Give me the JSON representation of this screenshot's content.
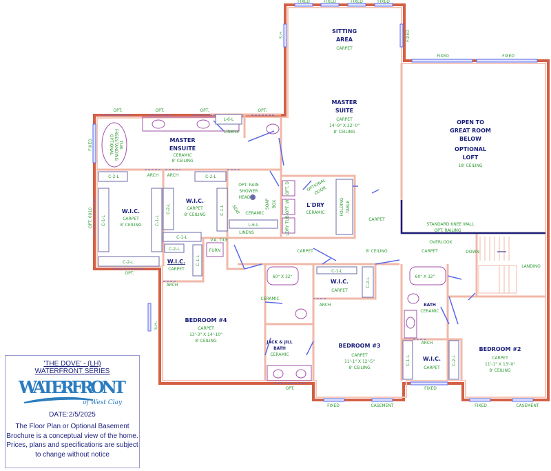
{
  "title_block": {
    "plan_name": "'THE DOVE' - (LH)",
    "series": "WATERFRONT SERIES",
    "logo_text": "WATERFRONT",
    "logo_subtext": "of West Clay",
    "date": "DATE:2/5/2025",
    "disclaimer": "The Floor Plan or Optional Basement Brochure is a conceptual view of the home.  Prices, plans and specifications are subject to change without notice"
  },
  "colors": {
    "room_name": "#1a1f7a",
    "room_detail": "#2f9a33",
    "exterior_wall": "#d45f45",
    "interior_wall": "#f0b8a8",
    "window": "#5a68e8",
    "fixture": "#a050a8",
    "logo_blue": "#2a7cc0",
    "logo_green": "#5cb848"
  },
  "rooms": {
    "sitting_area": {
      "name1": "SITTING",
      "name2": "AREA",
      "floor": "CARPET"
    },
    "master_suite": {
      "name1": "MASTER",
      "name2": "SUITE",
      "floor": "CARPET",
      "size": "14'-9\" X 22'-0\"",
      "ceiling": "8' CEILING"
    },
    "open_to_great_room": {
      "name1": "OPEN TO",
      "name2": "GREAT ROOM",
      "name3": "BELOW",
      "name4": "OPTIONAL",
      "name5": "LOFT",
      "ceiling": "18' CEILING"
    },
    "master_ensuite": {
      "name1": "MASTER",
      "name2": "ENSUITE",
      "floor": "CERAMIC",
      "ceiling": "8' CEILING"
    },
    "wic_left": {
      "name": "W.I.C.",
      "floor": "CARPET",
      "ceiling": "8' CEILING"
    },
    "wic_mid": {
      "name": "W.I.C.",
      "floor": "CARPET",
      "ceiling": "8' CEILING"
    },
    "wic_small": {
      "name": "W.I.C.",
      "floor": "CARPET"
    },
    "laundry": {
      "name": "L'DRY",
      "floor": "CERAMIC"
    },
    "hall": {
      "floor1": "CARPET",
      "ceiling": "8' CEILING",
      "floor2": "CARPET",
      "floor3": "CARPET"
    },
    "shower": {
      "opt1": "OPT. RAIN",
      "opt2": "SHOWER",
      "opt3": "HEAD",
      "floor": "CERAMIC",
      "seat": "SEAT",
      "soap1": "SOAP",
      "soap2": "BOX"
    },
    "furnace": {
      "floor": "V.A. TILE",
      "furn": "FURN"
    },
    "bedroom4": {
      "name": "BEDROOM #4",
      "floor": "CARPET",
      "size": "13'-3\" X 14'-10\"",
      "ceiling": "8' CEILING"
    },
    "jack_jill": {
      "name1": "JACK & JILL",
      "name2": "BATH",
      "floor": "CERAMIC",
      "floor2": "CERAMIC",
      "tub": "60\" X 32\""
    },
    "wic_bed3": {
      "name": "W.I.C.",
      "floor": "CARPET"
    },
    "bedroom3": {
      "name": "BEDROOM #3",
      "floor": "CARPET",
      "size": "11'-1\" X 12'-5\"",
      "ceiling": "8' CEILING"
    },
    "bath2": {
      "name": "BATH",
      "floor": "CERAMIC",
      "tub": "60\" X 32\""
    },
    "wic_bed2": {
      "name": "W.I.C.",
      "floor": "CARPET"
    },
    "bedroom2": {
      "name": "BEDROOM #2",
      "floor": "CARPET",
      "size": "11'-1\" X 13'-0\"",
      "ceiling": "8' CEILING"
    }
  },
  "notes": {
    "knee_wall": "STANDARD KNEE WALL",
    "opt_railing": "OPT. RAILING",
    "overlook": "OVERLOOK",
    "down": "DOWN",
    "landing": "LANDING",
    "opt_door1": "OPTIONAL",
    "opt_door2": "DOOR",
    "folding1": "FOLDING",
    "folding2": "TABLE",
    "opt_tub1": "OPTIONAL",
    "opt_tub2": "FREESTANDING",
    "opt_tub3": "TUB",
    "opt_d": "OPT. D",
    "opt_w": "OPT. W",
    "ldry_tub": "LDRY TUB",
    "linens": "LINENS",
    "arch": "ARCH"
  },
  "closets": {
    "c1l": "C-1-L",
    "c2l": "C-2-L",
    "l6l": "L-6-L"
  },
  "windows": {
    "fixed": "FIXED",
    "opt": "OPT.",
    "sh": "S.H.",
    "opt6010": "OPT. 6010",
    "casement": "CASEMENT"
  }
}
